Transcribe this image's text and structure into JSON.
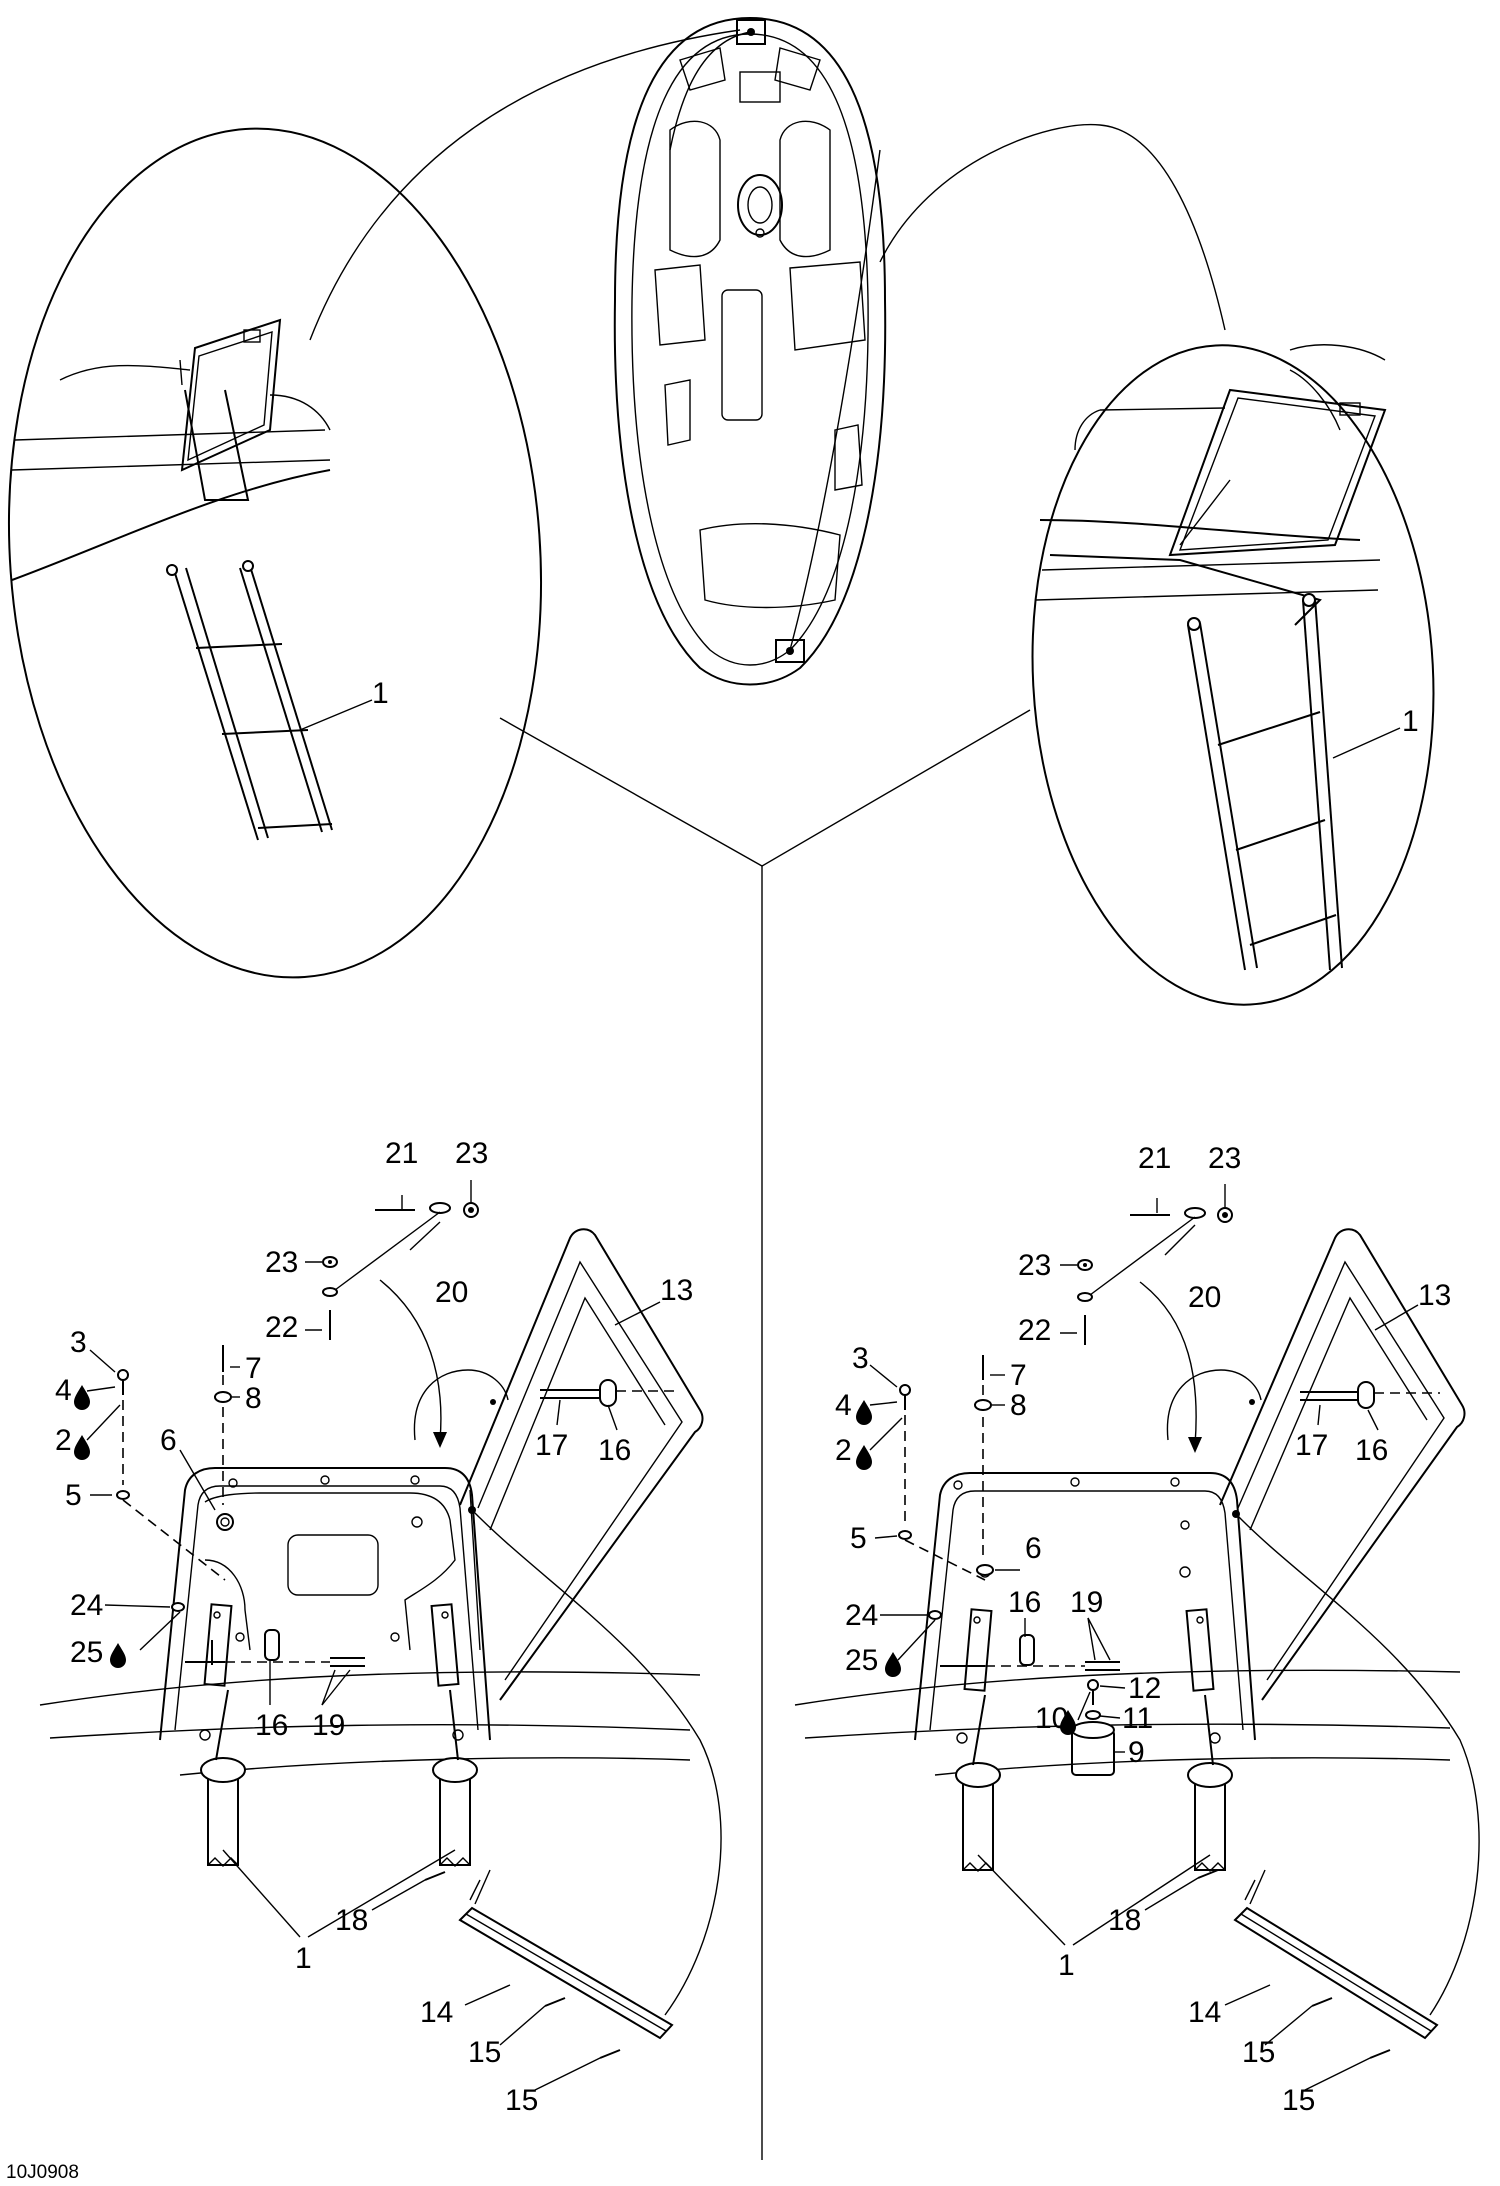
{
  "drawing_code": "10J0908",
  "views": [
    {
      "name": "left-detail",
      "callouts": [
        "1",
        "3",
        "4",
        "2",
        "5",
        "6",
        "7",
        "8",
        "13",
        "14",
        "15",
        "15",
        "16",
        "16",
        "17",
        "18",
        "19",
        "20",
        "21",
        "22",
        "23",
        "23",
        "24",
        "25"
      ]
    },
    {
      "name": "right-detail",
      "callouts": [
        "1",
        "3",
        "4",
        "2",
        "5",
        "6",
        "7",
        "8",
        "9",
        "10",
        "11",
        "12",
        "13",
        "14",
        "15",
        "15",
        "16",
        "16",
        "17",
        "18",
        "19",
        "20",
        "21",
        "22",
        "23",
        "23",
        "24",
        "25"
      ]
    }
  ],
  "top_views": {
    "left_callout": "1",
    "right_callout": "1"
  },
  "labels": {
    "tl1": "1",
    "tr1": "1",
    "L21": "21",
    "L23a": "23",
    "L23b": "23",
    "L20": "20",
    "L22": "22",
    "L13": "13",
    "L3": "3",
    "L4": "4",
    "L2": "2",
    "L7": "7",
    "L8": "8",
    "L6": "6",
    "L5": "5",
    "L17": "17",
    "L16a": "16",
    "L24": "24",
    "L25": "25",
    "L16b": "16",
    "L19": "19",
    "L1": "1",
    "L18": "18",
    "L14": "14",
    "L15a": "15",
    "L15b": "15",
    "R21": "21",
    "R23a": "23",
    "R23b": "23",
    "R20": "20",
    "R22": "22",
    "R13": "13",
    "R3": "3",
    "R4": "4",
    "R2": "2",
    "R7": "7",
    "R8": "8",
    "R5": "5",
    "R6": "6",
    "R17": "17",
    "R16a": "16",
    "R16b": "16",
    "R19": "19",
    "R24": "24",
    "R25": "25",
    "R12": "12",
    "R10": "10",
    "R11": "11",
    "R9": "9",
    "R1": "1",
    "R18": "18",
    "R14": "14",
    "R15a": "15",
    "R15b": "15"
  },
  "icons": {
    "drop": "adhesive-drop-icon"
  }
}
